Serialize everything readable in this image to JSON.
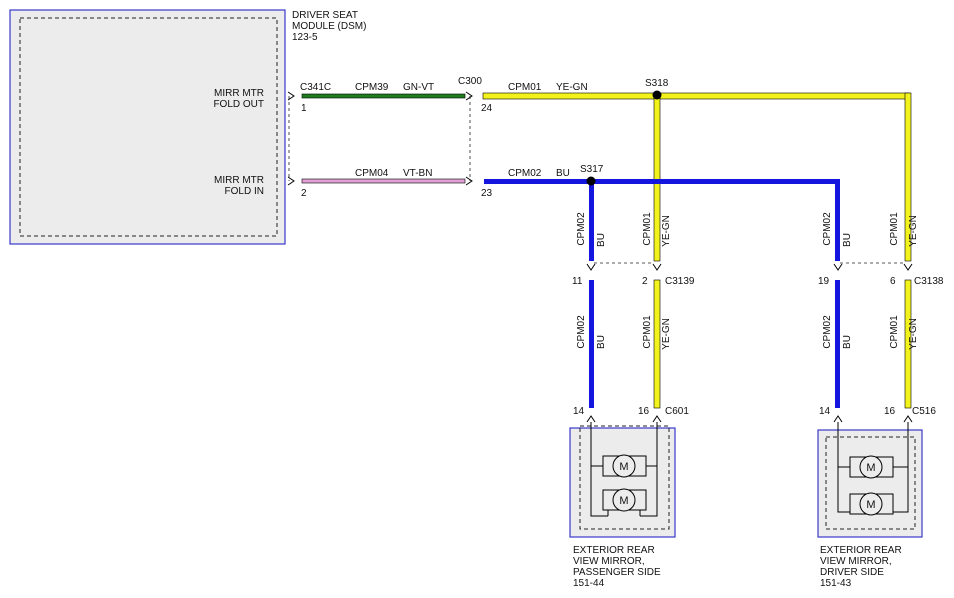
{
  "colors": {
    "module_fill": "#ececec",
    "module_border": "#3a3acc",
    "wire_gn_vt": "#1e7d1e",
    "wire_vt_bn": "#e3a0d6",
    "wire_ye_gn": "#f2f21c",
    "wire_bu": "#1515e0",
    "splice_dot": "#000000"
  },
  "dsm": {
    "title_lines": [
      "DRIVER SEAT",
      "MODULE (DSM)",
      "123-5"
    ],
    "pin_labels": [
      {
        "lines": [
          "MIRR MTR",
          "FOLD OUT"
        ]
      },
      {
        "lines": [
          "MIRR MTR",
          "FOLD IN"
        ]
      }
    ]
  },
  "connectors": {
    "c341c": {
      "name": "C341C",
      "pin_top": "1",
      "pin_bottom": "2"
    },
    "c300": {
      "name": "C300",
      "pin_top": "24",
      "pin_bottom": "23"
    },
    "c3139": {
      "name": "C3139",
      "pin_left": "11",
      "pin_right": "2"
    },
    "c3138": {
      "name": "C3138",
      "pin_left": "19",
      "pin_right": "6"
    },
    "c601": {
      "name": "C601",
      "pin_left": "14",
      "pin_right": "16"
    },
    "c516": {
      "name": "C516",
      "pin_left": "14",
      "pin_right": "16"
    }
  },
  "splices": {
    "s318": "S318",
    "s317": "S317"
  },
  "wires": {
    "cpm39": {
      "circuit": "CPM39",
      "color": "GN-VT"
    },
    "cpm04": {
      "circuit": "CPM04",
      "color": "VT-BN"
    },
    "cpm01": {
      "circuit": "CPM01",
      "color": "YE-GN"
    },
    "cpm02": {
      "circuit": "CPM02",
      "color": "BU"
    }
  },
  "motor_label": "M",
  "mirrors": {
    "passenger": {
      "lines": [
        "EXTERIOR REAR",
        "VIEW MIRROR,",
        "PASSENGER SIDE",
        "151-44"
      ]
    },
    "driver": {
      "lines": [
        "EXTERIOR REAR",
        "VIEW MIRROR,",
        "DRIVER SIDE",
        "151-43"
      ]
    }
  }
}
